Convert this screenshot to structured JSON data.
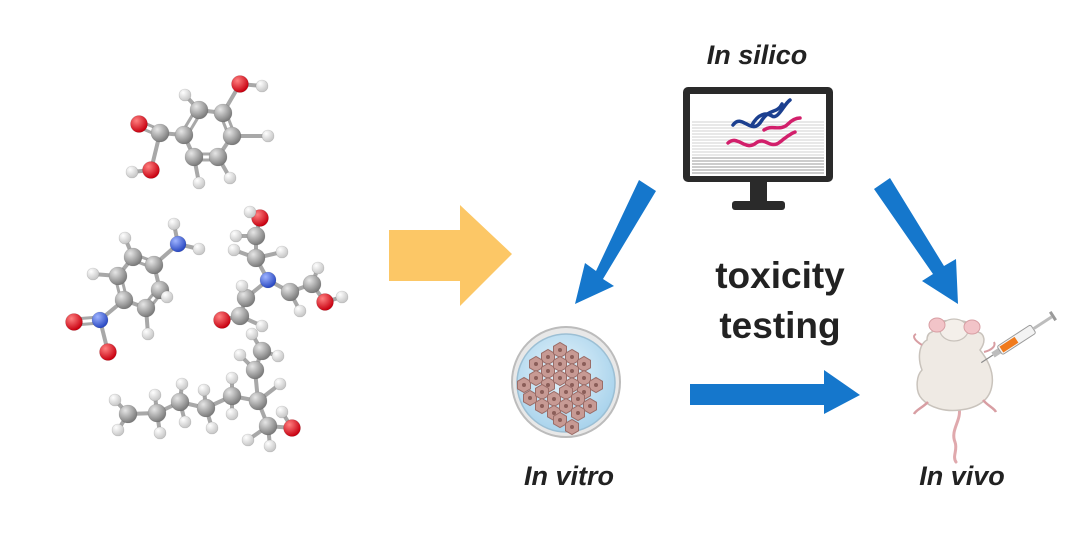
{
  "labels": {
    "in_silico": "In silico",
    "in_vitro": "In vitro",
    "in_vivo": "In vivo",
    "center_line1": "toxicity",
    "center_line2": "testing"
  },
  "colors": {
    "background": "#ffffff",
    "input_arrow": "#fcc766",
    "flow_arrow": "#1577cc",
    "text": "#222222",
    "atom_carbon": "#9a9a9a",
    "atom_hydrogen": "#f2f2f2",
    "atom_oxygen": "#e3101a",
    "atom_nitrogen": "#3a5fd9",
    "bond": "#a8a8a8",
    "monitor_frame": "#2a2a2a",
    "curve_navy": "#1b3f8f",
    "curve_pink": "#d21f6b",
    "dish_blue": "#bfe0f2",
    "cells": "#c79a94",
    "mouse_body": "#efeae4",
    "mouse_ear": "#f2c4c8",
    "syringe_liquid": "#f07a1c"
  },
  "molecules": [
    {
      "name": "hydroxybenzoic-acid"
    },
    {
      "name": "nitroaniline"
    },
    {
      "name": "triethanolamine"
    },
    {
      "name": "ethylhexanol"
    }
  ],
  "icons": {
    "computer": "computer-monitor-icon",
    "petri_dish": "petri-dish-icon",
    "mouse": "lab-mouse-icon",
    "syringe": "syringe-icon"
  }
}
